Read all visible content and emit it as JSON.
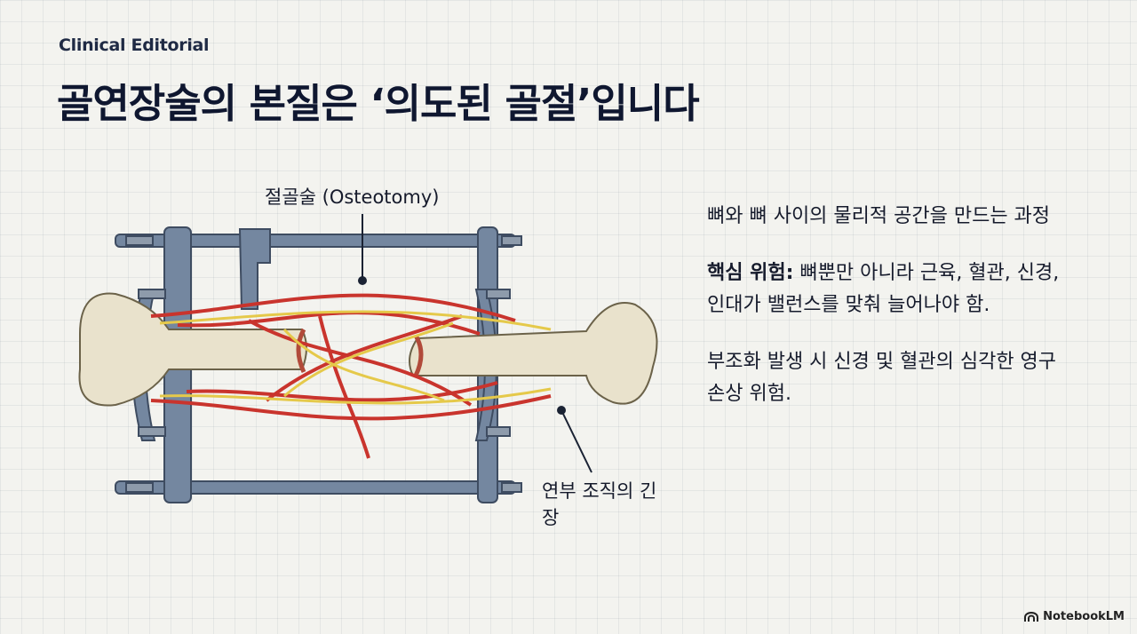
{
  "header": {
    "kicker": "Clinical Editorial",
    "title": "골연장술의 본질은 ‘의도된 골절’입니다"
  },
  "diagram": {
    "label_osteotomy": "절골술 (Osteotomy)",
    "label_soft_tissue": "연부 조직의 긴장"
  },
  "notes": {
    "definition": "뼈와 뼈 사이의 물리적 공간을 만드는 과정",
    "risk_label": "핵심 위험:",
    "risk_text": " 뼈뿐만 아니라 근육, 혈관, 신경, 인대가 밸런스를 맞춰 늘어나야 함.",
    "consequence": "부조화 발생 시 신경 및 혈관의 심각한 영구 손상 위험."
  },
  "branding": {
    "name": "NotebookLM",
    "icon": "notebooklm-logo-icon"
  },
  "colors": {
    "frame": "#7487a0",
    "bone": "#e9e2cc",
    "vessel": "#c9342d",
    "nerve": "#e5c94a"
  }
}
